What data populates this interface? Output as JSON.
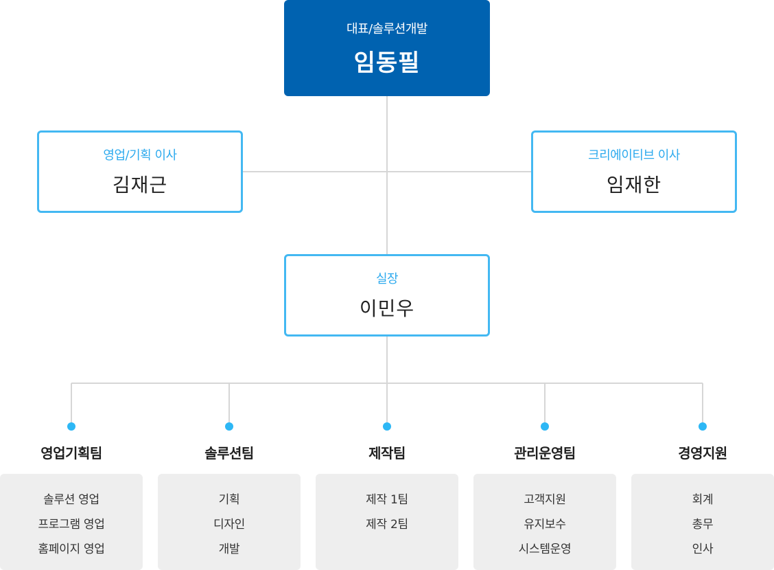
{
  "ceo": {
    "role": "대표/솔루션개발",
    "name": "임동필"
  },
  "executives": {
    "left": {
      "role": "영업/기획 이사",
      "name": "김재근"
    },
    "right": {
      "role": "크리에이티브 이사",
      "name": "임재한"
    },
    "center": {
      "role": "실장",
      "name": "이민우"
    }
  },
  "teams": [
    {
      "name": "영업기획팀",
      "items": [
        "솔루션 영업",
        "프로그램 영업",
        "홈페이지 영업"
      ]
    },
    {
      "name": "솔루션팀",
      "items": [
        "기획",
        "디자인",
        "개발"
      ]
    },
    {
      "name": "제작팀",
      "items": [
        "제작 1팀",
        "제작 2팀"
      ]
    },
    {
      "name": "관리운영팀",
      "items": [
        "고객지원",
        "유지보수",
        "시스템운영"
      ]
    },
    {
      "name": "경영지원",
      "items": [
        "회계",
        "총무",
        "인사"
      ]
    }
  ],
  "colors": {
    "ceo_bg": "#0062b0",
    "exec_border": "#43b8f2",
    "role_text": "#2daaee",
    "connector": "#d6d6d6",
    "dot": "#2db7f5",
    "team_card_bg": "#eeeeee"
  }
}
